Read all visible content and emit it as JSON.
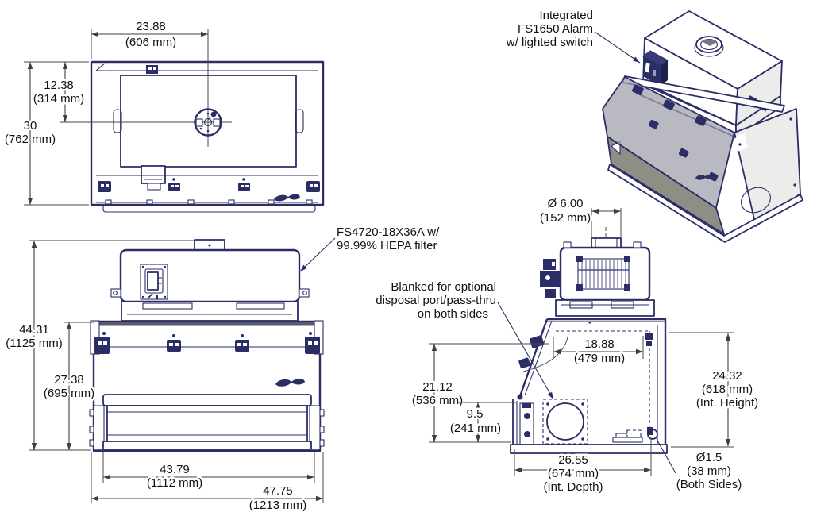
{
  "meta": {
    "background": "#ffffff",
    "linework_color": "#2b2d66",
    "dimension_color": "#3f3f3f",
    "text_color": "#111111"
  },
  "views": {
    "top": {
      "dims": {
        "width_to_center": {
          "in": "23.88",
          "mm": "(606 mm)"
        },
        "depth_to_center": {
          "in": "12.38",
          "mm": "(314 mm)"
        },
        "depth_overall": {
          "in": "30",
          "mm": "(762 mm)"
        }
      }
    },
    "front": {
      "dims": {
        "height_overall": {
          "in": "44.31",
          "mm": "(1125 mm)"
        },
        "height_cabinet": {
          "in": "27.38",
          "mm": "(695 mm)"
        },
        "width_base": {
          "in": "43.79",
          "mm": "(1112 mm)"
        },
        "width_overall": {
          "in": "47.75",
          "mm": "(1213 mm)"
        }
      },
      "callout": {
        "line1": "FS4720-18X36A w/",
        "line2": "99.99% HEPA filter"
      }
    },
    "iso": {
      "callout": {
        "line1": "Integrated",
        "line2": "FS1650 Alarm",
        "line3": "w/ lighted switch"
      }
    },
    "side": {
      "dims": {
        "duct_diameter": {
          "in": "Ø 6.00",
          "mm": "(152 mm)"
        },
        "opening_width": {
          "in": "18.88",
          "mm": "(479 mm)"
        },
        "sash_opening_height": {
          "in": "21.12",
          "mm": "(536 mm)"
        },
        "port_height": {
          "in": "9.5",
          "mm": "(241 mm)"
        },
        "interior_height": {
          "in": "24.32",
          "mm": "(618 mm)",
          "note": "(Int. Height)"
        },
        "interior_depth": {
          "in": "26.55",
          "mm": "(674 mm)",
          "note": "(Int. Depth)"
        },
        "side_hole_diameter": {
          "in": "Ø1.5",
          "mm": "(38 mm)",
          "note": "(Both Sides)"
        }
      },
      "callout": {
        "line1": "Blanked for optional",
        "line2": "disposal port/pass-thru",
        "line3": "on both sides"
      }
    }
  }
}
